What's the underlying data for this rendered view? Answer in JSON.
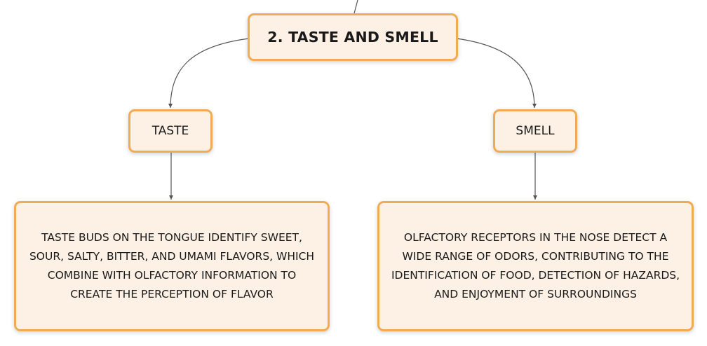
{
  "diagram": {
    "root": {
      "label": "2. TASTE AND SMELL"
    },
    "branches": [
      {
        "label": "TASTE",
        "detail": "TASTE BUDS ON THE TONGUE IDENTIFY SWEET, SOUR, SALTY, BITTER, AND UMAMI FLAVORS, WHICH COMBINE WITH OLFACTORY INFORMATION TO CREATE THE PERCEPTION OF FLAVOR"
      },
      {
        "label": "SMELL",
        "detail": "OLFACTORY RECEPTORS IN THE NOSE DETECT A WIDE RANGE OF ODORS, CONTRIBUTING TO THE IDENTIFICATION OF FOOD, DETECTION OF HAZARDS, AND ENJOYMENT OF SURROUNDINGS"
      }
    ],
    "colors": {
      "node_fill": "#fdf1e6",
      "node_border": "#f2ab53",
      "connector": "#555555",
      "text": "#1a1a1a"
    }
  }
}
